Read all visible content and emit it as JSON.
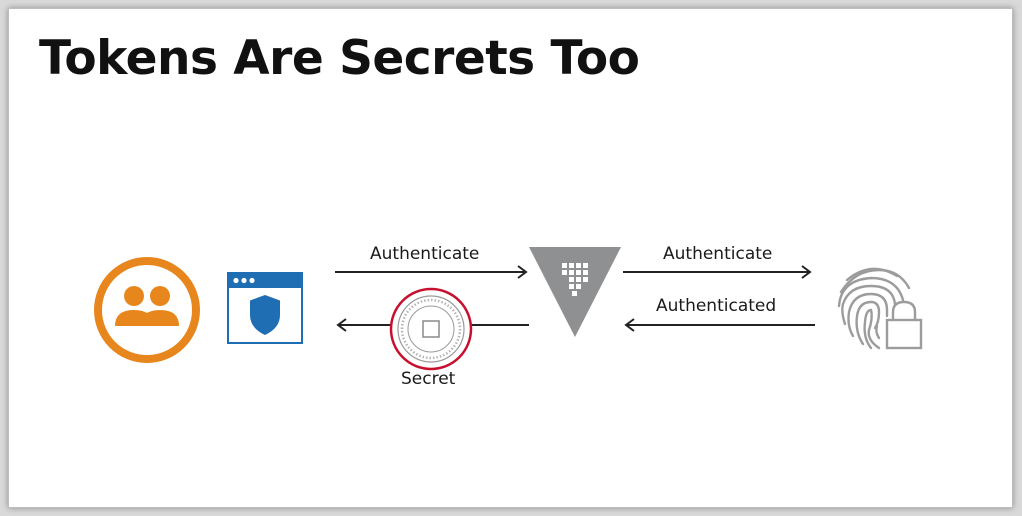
{
  "title": "Tokens Are Secrets Too",
  "labels": {
    "auth_left": "Authenticate",
    "secret": "Secret",
    "auth_right": "Authenticate",
    "authenticated": "Authenticated"
  },
  "colors": {
    "users_orange": "#E8861E",
    "browser_blue": "#1F6EB3",
    "shield_blue": "#1F6EB3",
    "vault_gray": "#8F9092",
    "secret_ring_red": "#C8102E",
    "fingerprint_gray": "#9C9C9C",
    "arrow": "#222222"
  },
  "icons": {
    "users": "users-icon",
    "browser": "browser-shield-icon",
    "vault": "vault-icon",
    "secret": "secret-token-icon",
    "fingerprint": "fingerprint-lock-icon"
  }
}
